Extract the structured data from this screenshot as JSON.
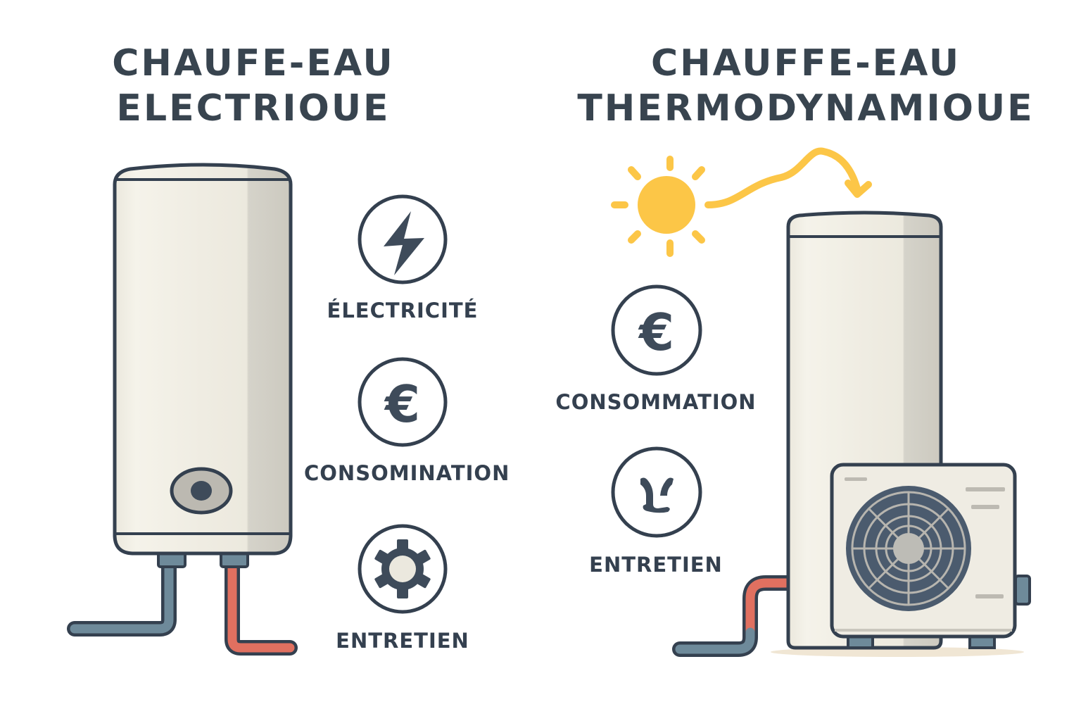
{
  "left_panel": {
    "title_line1": "CHAUFE-EAU",
    "title_line2": "ELECTRIOUE",
    "features": [
      {
        "icon": "lightning-bolt-icon",
        "label": "ÉLECTRICITÉ"
      },
      {
        "icon": "euro-icon",
        "label": "CONSOMINATION"
      },
      {
        "icon": "gear-icon",
        "label": "ENTRETIEN"
      }
    ]
  },
  "right_panel": {
    "title_line1": "CHAUFFE-EAU",
    "title_line2": "THERMODYNAMIOUE",
    "features": [
      {
        "icon": "euro-icon",
        "label": "CONSOMMATION"
      },
      {
        "icon": "wrench-icon",
        "label": "ENTRETIEN"
      }
    ]
  },
  "colors": {
    "ink": "#34404f",
    "tank_body": "#efece3",
    "cold_pipe": "#6e8a9a",
    "hot_pipe": "#e07060",
    "sun": "#fcc647",
    "fan_grille": "#4b5b6e"
  }
}
